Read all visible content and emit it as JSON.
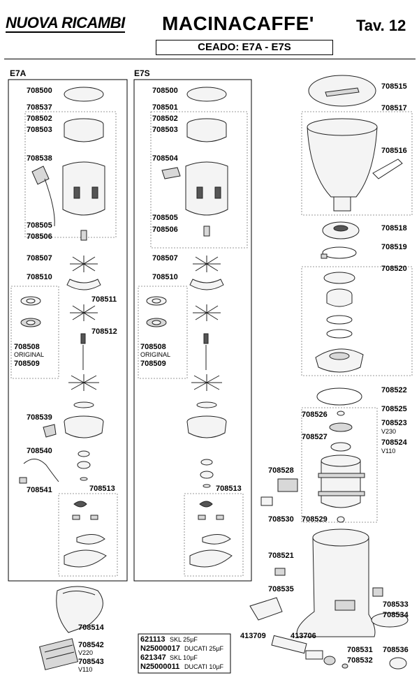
{
  "header": {
    "brand": "NUOVA RICAMBI",
    "title": "MACINACAFFE'",
    "tav": "Tav. 12",
    "subtitle": "CEADO: E7A - E7S"
  },
  "sections": {
    "e7a": "E7A",
    "e7s": "E7S"
  },
  "e7a_parts": {
    "p708500": "708500",
    "p708537": "708537",
    "p708502": "708502",
    "p708503": "708503",
    "p708538": "708538",
    "p708505": "708505",
    "p708506": "708506",
    "p708507": "708507",
    "p708510": "708510",
    "p708511": "708511",
    "p708512": "708512",
    "p708508": "708508",
    "original": "ORIGINAL",
    "p708509": "708509",
    "p708539": "708539",
    "p708540": "708540",
    "p708541": "708541",
    "p708513": "708513"
  },
  "e7s_parts": {
    "p708500": "708500",
    "p708501": "708501",
    "p708502": "708502",
    "p708503": "708503",
    "p708504": "708504",
    "p708505": "708505",
    "p708506": "708506",
    "p708507": "708507",
    "p708510": "708510",
    "p708508": "708508",
    "original": "ORIGINAL",
    "p708509": "708509",
    "p708513": "708513"
  },
  "right_parts": {
    "p708515": "708515",
    "p708517": "708517",
    "p708516": "708516",
    "p708518": "708518",
    "p708519": "708519",
    "p708520": "708520",
    "p708522": "708522",
    "p708525": "708525",
    "p708526": "708526",
    "p708523": "708523",
    "v230": "V230",
    "p708527": "708527",
    "p708524": "708524",
    "v110": "V110",
    "p708528": "708528",
    "p708530": "708530",
    "p708529": "708529",
    "p708521": "708521",
    "p708535": "708535",
    "p708533": "708533",
    "p708534": "708534",
    "p708536": "708536",
    "p708531": "708531",
    "p708532": "708532",
    "p413709": "413709",
    "p413706": "413706"
  },
  "bottom_parts": {
    "p708514": "708514",
    "p708542": "708542",
    "v220": "V220",
    "p708543": "708543",
    "v110": "V110"
  },
  "capacitors": [
    {
      "code": "621113",
      "desc": "SKL 25µF"
    },
    {
      "code": "N25000017",
      "desc": "DUCATI 25µF"
    },
    {
      "code": "621347",
      "desc": "SKL 10µF"
    },
    {
      "code": "N25000011",
      "desc": "DUCATI 10µF"
    }
  ]
}
